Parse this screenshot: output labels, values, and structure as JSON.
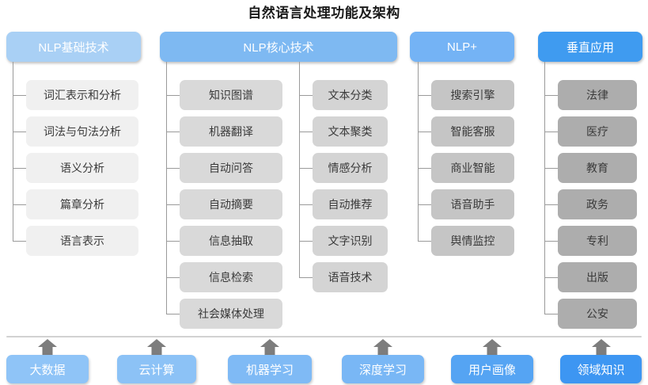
{
  "title": "自然语言处理功能及架构",
  "colors": {
    "header_basic": "#a9d0f5",
    "header_core": "#7eb9f2",
    "header_plus": "#74b3f5",
    "header_vertical": "#3f9bf0",
    "node_col1": "#f0f0f0",
    "node_col2": "#d9d9d9",
    "node_col3": "#d4d4d4",
    "node_col4": "#c5c5c5",
    "node_col5": "#adadad",
    "line": "#9a9a9a",
    "arrow": "#7d7d7d",
    "title_text": "#1a1a1a"
  },
  "columns": [
    {
      "id": "nlp-basic",
      "header": "NLP基础技术",
      "items": [
        "词汇表示和分析",
        "词法与句法分析",
        "语义分析",
        "篇章分析",
        "语言表示"
      ]
    },
    {
      "id": "nlp-core",
      "header": "NLP核心技术",
      "items": [
        "知识图谱",
        "机器翻译",
        "自动问答",
        "自动摘要",
        "信息抽取",
        "信息检索",
        "社会媒体处理"
      ]
    },
    {
      "id": "nlp-core-2",
      "header": "",
      "items": [
        "文本分类",
        "文本聚类",
        "情感分析",
        "自动推荐",
        "文字识别",
        "语音技术"
      ]
    },
    {
      "id": "nlp-plus",
      "header": "NLP+",
      "items": [
        "搜索引擎",
        "智能客服",
        "商业智能",
        "语音助手",
        "舆情监控"
      ]
    },
    {
      "id": "vertical-apps",
      "header": "垂直应用",
      "items": [
        "法律",
        "医疗",
        "教育",
        "政务",
        "专利",
        "出版",
        "公安"
      ]
    }
  ],
  "foundation": [
    {
      "label": "大数据",
      "color": "#8fc4f7"
    },
    {
      "label": "云计算",
      "color": "#8cc2f6"
    },
    {
      "label": "机器学习",
      "color": "#7fbaf5"
    },
    {
      "label": "深度学习",
      "color": "#79b7f5"
    },
    {
      "label": "用户画像",
      "color": "#55a4f3"
    },
    {
      "label": "领域知识",
      "color": "#3d96f2"
    }
  ],
  "watermark": ""
}
